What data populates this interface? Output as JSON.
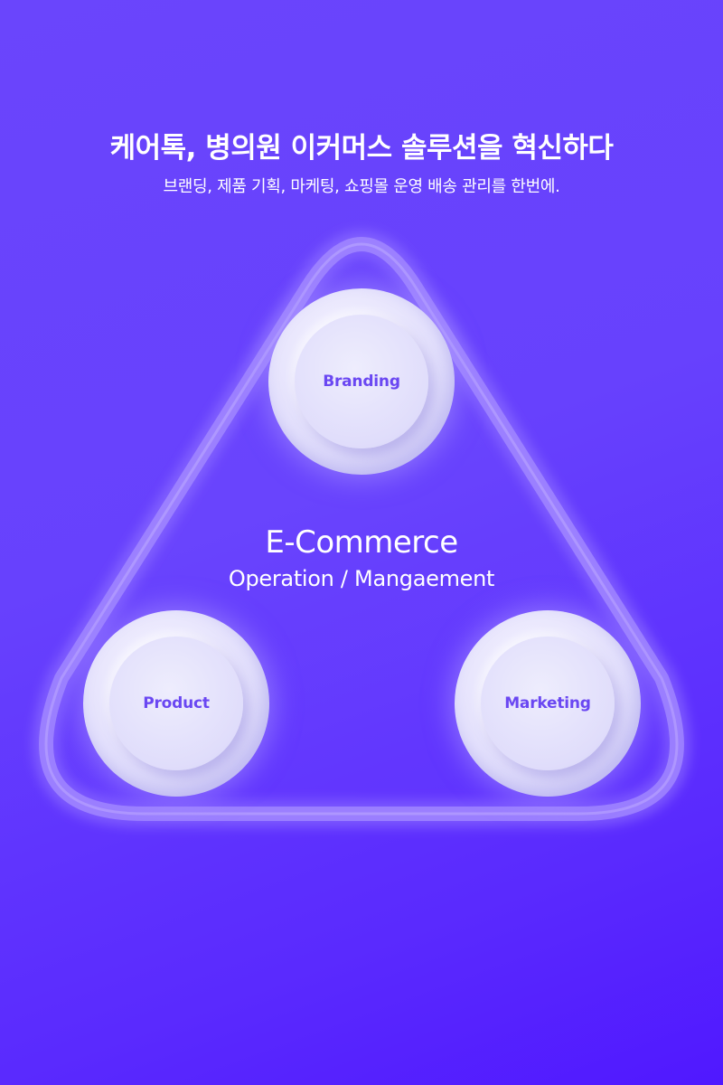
{
  "header": {
    "headline": "케어톡, 병의원 이커머스 솔루션을 혁신하다",
    "subline": "브랜딩, 제품 기획, 마케팅, 쇼핑몰 운영 배송 관리를 한번에."
  },
  "diagram": {
    "center_title": "E-Commerce",
    "center_subtitle": "Operation / Mangaement",
    "nodes": [
      {
        "label": "Branding"
      },
      {
        "label": "Product"
      },
      {
        "label": "Marketing"
      }
    ]
  },
  "colors": {
    "background": "#6741fd",
    "node_text": "#6a47f2",
    "text": "#ffffff"
  }
}
